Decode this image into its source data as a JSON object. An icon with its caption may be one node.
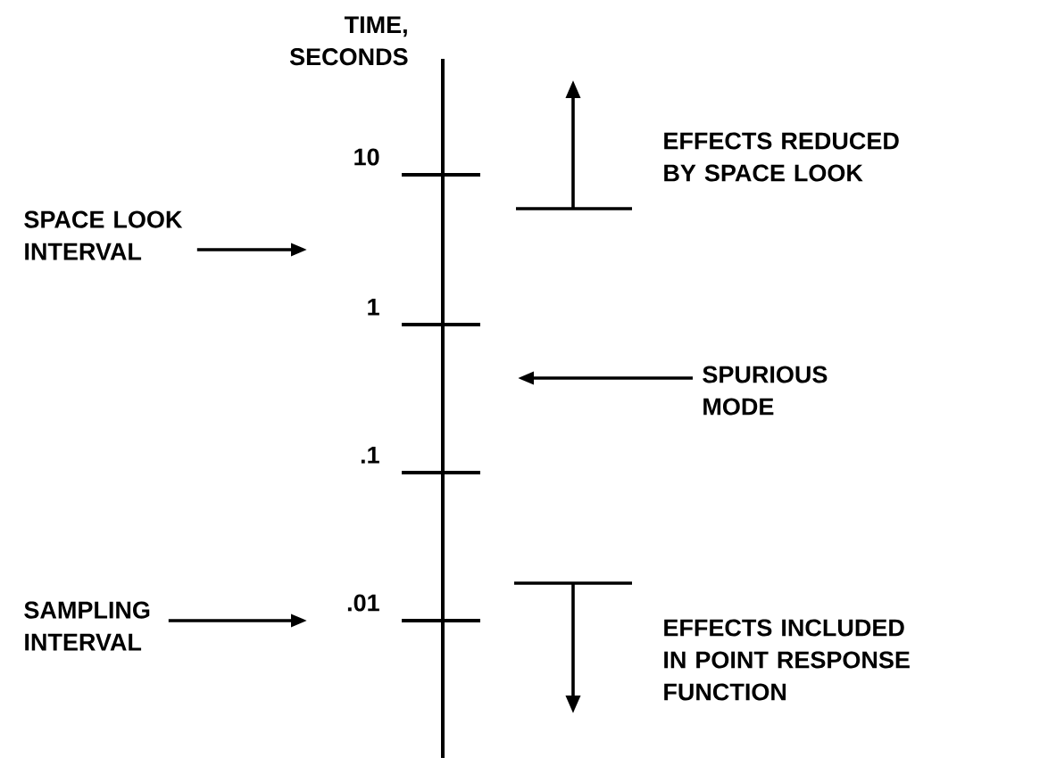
{
  "diagram": {
    "nodes": [
      {
        "text": [
          "SPACE LOOK INTERVAL"
        ]
      },
      {
        "text": [
          "SPURIOUS MODE"
        ]
      },
      {
        "text": [
          "SAMPLING INTERVAL"
        ]
      },
      {
        "text": [
          "EFFECTS REDUCED BY SPACE LOOK"
        ]
      },
      {
        "text": [
          "EFFECTS INCLUDED IN POINT RESPONSE FUNCTION"
        ]
      }
    ],
    "edges": [
      {
        "from": 0,
        "to": null,
        "arrow": "to"
      },
      {
        "from": 1,
        "to": null,
        "arrow": "to"
      },
      {
        "from": 2,
        "to": null,
        "arrow": "to"
      }
    ],
    "labels": [
      "TIME, SECONDS",
      "10",
      "1",
      ".1",
      ".01"
    ]
  }
}
